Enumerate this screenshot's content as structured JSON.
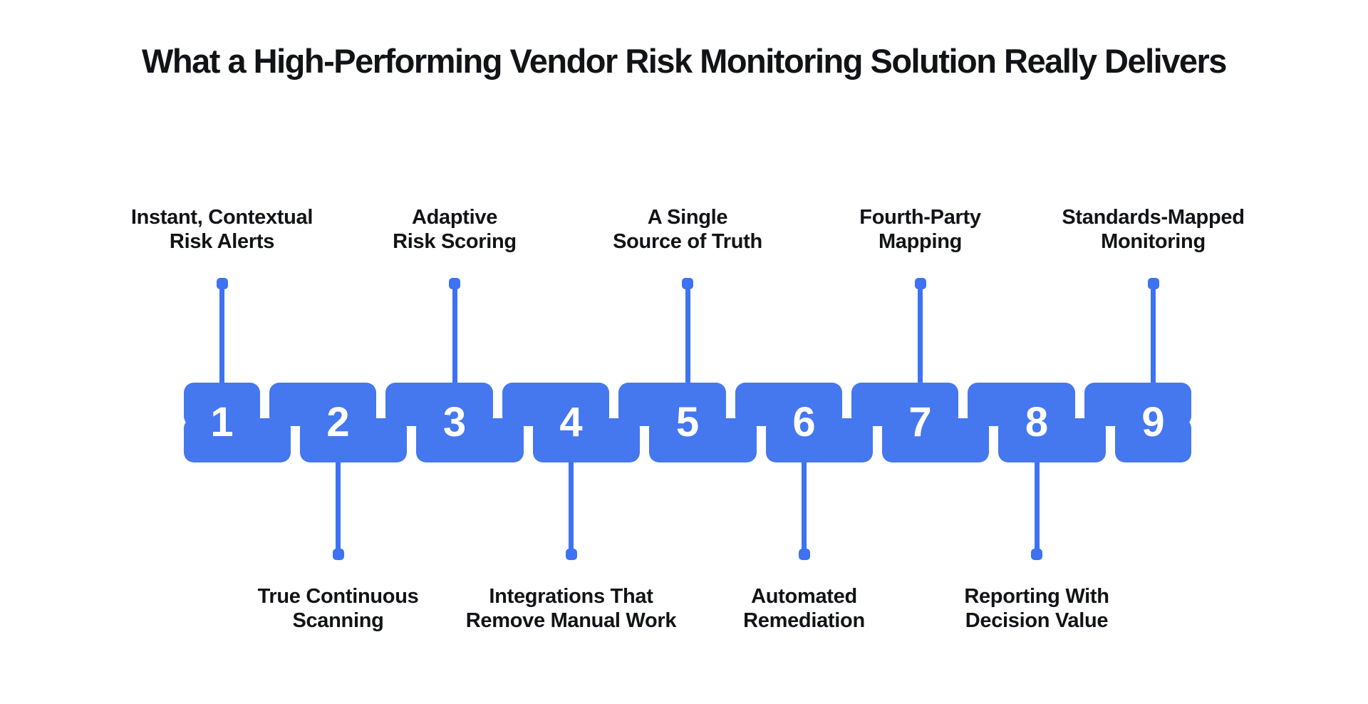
{
  "title": "What a High-Performing Vendor Risk Monitoring Solution Really Delivers",
  "colors": {
    "background": "#ffffff",
    "text": "#121317",
    "block": "#4577EF",
    "connector": "#3D72F2",
    "number": "#ffffff"
  },
  "steps": [
    {
      "number": "1",
      "label_position": "top",
      "label": {
        "line1": "Instant, Contextual",
        "line2": "Risk Alerts"
      }
    },
    {
      "number": "2",
      "label_position": "bottom",
      "label": {
        "line1": "True Continuous",
        "line2": "Scanning"
      }
    },
    {
      "number": "3",
      "label_position": "top",
      "label": {
        "line1": "Adaptive",
        "line2": "Risk Scoring"
      }
    },
    {
      "number": "4",
      "label_position": "bottom",
      "label": {
        "line1": "Integrations That",
        "line2": "Remove Manual Work"
      }
    },
    {
      "number": "5",
      "label_position": "top",
      "label": {
        "line1": "A Single",
        "line2": "Source of Truth"
      }
    },
    {
      "number": "6",
      "label_position": "bottom",
      "label": {
        "line1": "Automated",
        "line2": "Remediation"
      }
    },
    {
      "number": "7",
      "label_position": "top",
      "label": {
        "line1": "Fourth-Party",
        "line2": "Mapping"
      }
    },
    {
      "number": "8",
      "label_position": "bottom",
      "label": {
        "line1": "Reporting With",
        "line2": "Decision Value"
      }
    },
    {
      "number": "9",
      "label_position": "top",
      "label": {
        "line1": "Standards-Mapped",
        "line2": "Monitoring"
      }
    }
  ]
}
